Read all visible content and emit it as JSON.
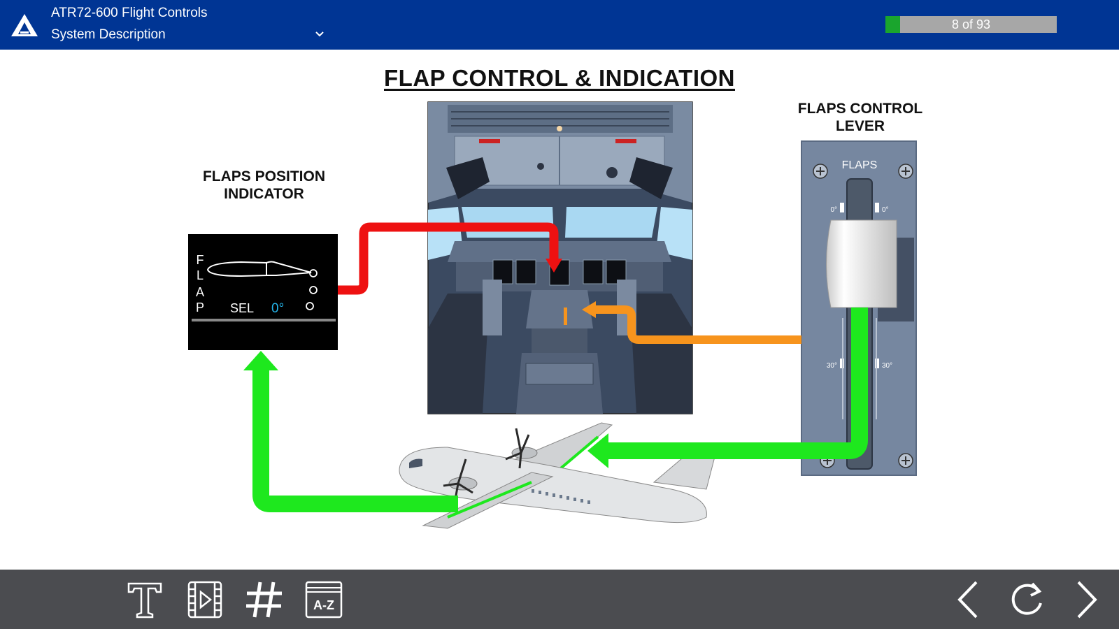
{
  "header": {
    "course_title": "ATR72-600 Flight Controls",
    "section_title": "System Description",
    "logo_icon": "atr-logo-icon",
    "progress": {
      "current": 8,
      "total": 93,
      "label": "8 of 93"
    }
  },
  "slide": {
    "title": "FLAP CONTROL & INDICATION",
    "indicator_label_line1": "FLAPS POSITION",
    "indicator_label_line2": "INDICATOR",
    "lever_label_line1": "FLAPS CONTROL",
    "lever_label_line2": "LEVER",
    "indicator": {
      "letters": [
        "F",
        "L",
        "A",
        "P"
      ],
      "sel_label": "SEL",
      "sel_value": "0°"
    },
    "lever": {
      "title": "FLAPS",
      "mark_top_left": "0°",
      "mark_top_right": "0°",
      "mark_bottom_left": "30°",
      "mark_bottom_right": "30°"
    },
    "colors": {
      "red_path": "#ee1111",
      "orange_path": "#f7941d",
      "green_path": "#1ee81e"
    }
  },
  "footer": {
    "buttons": [
      {
        "name": "transcript-button",
        "icon": "text-t-icon"
      },
      {
        "name": "video-button",
        "icon": "film-play-icon"
      },
      {
        "name": "index-button",
        "icon": "hashtag-icon"
      },
      {
        "name": "glossary-button",
        "icon": "a-z-icon",
        "text": "A-Z"
      },
      {
        "name": "previous-button",
        "icon": "chevron-left-icon"
      },
      {
        "name": "replay-button",
        "icon": "reload-icon"
      },
      {
        "name": "next-button",
        "icon": "chevron-right-icon"
      }
    ]
  }
}
